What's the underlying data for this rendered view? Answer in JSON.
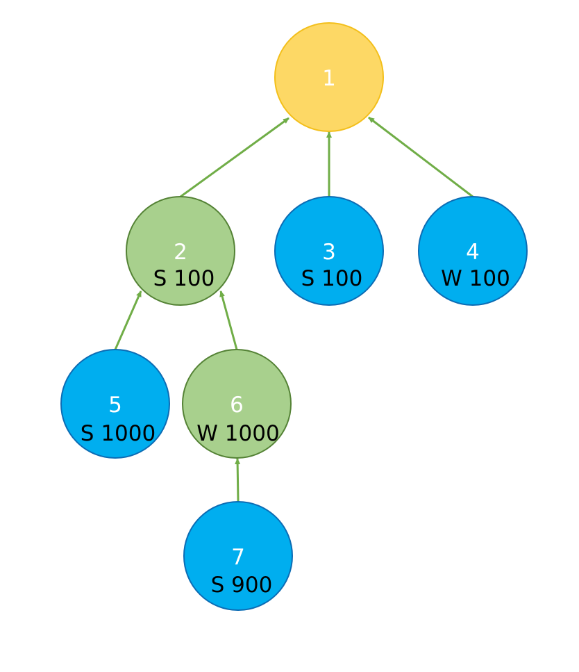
{
  "colors": {
    "root_fill": "#FDD865",
    "root_stroke": "#F3BF1B",
    "green_fill": "#A8D08D",
    "green_stroke": "#548235",
    "blue_fill": "#00AEEF",
    "blue_stroke": "#0C6CB4",
    "edge": "#70AD47",
    "id_text": "#FFFFFF",
    "label_text": "#000000"
  },
  "nodes": [
    {
      "id": "1",
      "label": "",
      "style": "root"
    },
    {
      "id": "2",
      "label": "S 100",
      "style": "green"
    },
    {
      "id": "3",
      "label": "S 100",
      "style": "blue"
    },
    {
      "id": "4",
      "label": "W 100",
      "style": "blue"
    },
    {
      "id": "5",
      "label": "S 1000",
      "style": "blue"
    },
    {
      "id": "6",
      "label": "W 1000",
      "style": "green"
    },
    {
      "id": "7",
      "label": "S 900",
      "style": "blue"
    }
  ],
  "edges": [
    {
      "from": "2",
      "to": "1"
    },
    {
      "from": "3",
      "to": "1"
    },
    {
      "from": "4",
      "to": "1"
    },
    {
      "from": "5",
      "to": "2"
    },
    {
      "from": "6",
      "to": "2"
    },
    {
      "from": "7",
      "to": "6"
    }
  ]
}
